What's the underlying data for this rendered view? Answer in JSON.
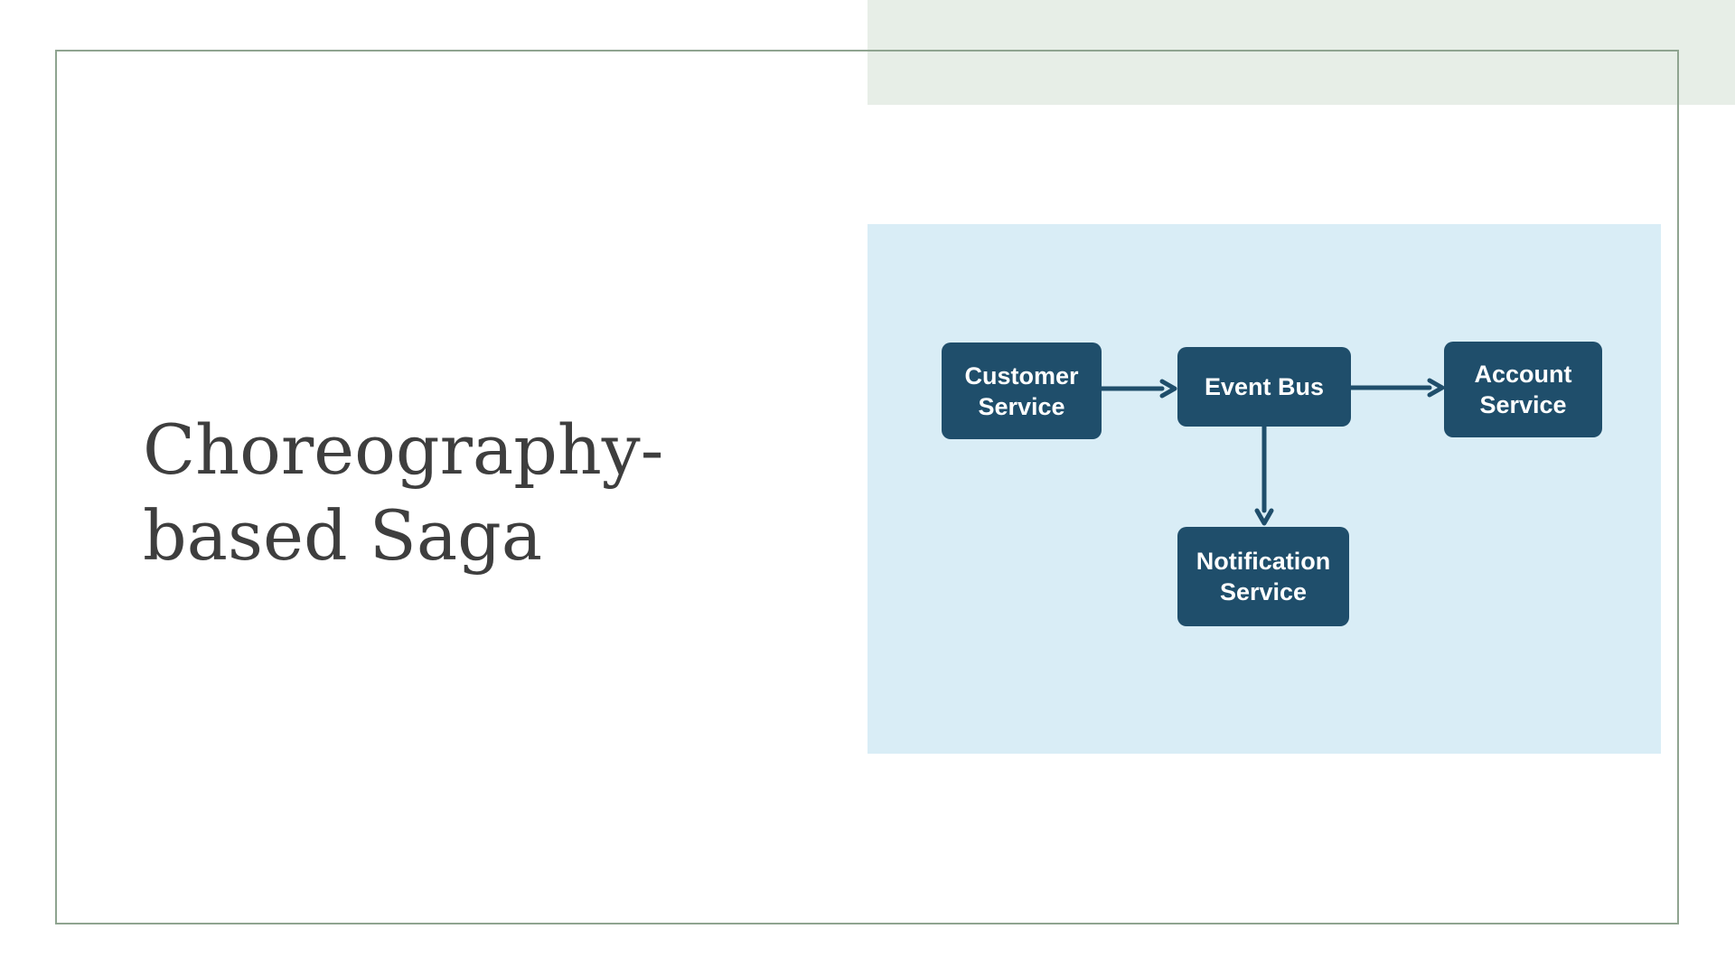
{
  "slide": {
    "title": "Choreography-based Saga",
    "background_color": "#ffffff"
  },
  "colors": {
    "accent_band_green": "#e7eee7",
    "frame_border_sage": "#8fa490",
    "title_text": "#3e3e3e",
    "panel_blue": "#d9edf6",
    "node_navy": "#1f4e6b",
    "node_text": "#ffffff",
    "arrow_navy": "#1f4e6b"
  },
  "diagram": {
    "nodes": [
      {
        "id": "customer-service",
        "label": "Customer\nService"
      },
      {
        "id": "event-bus",
        "label": "Event Bus"
      },
      {
        "id": "account-service",
        "label": "Account\nService"
      },
      {
        "id": "notification-service",
        "label": "Notification\nService"
      }
    ],
    "edges": [
      {
        "from": "customer-service",
        "to": "event-bus"
      },
      {
        "from": "event-bus",
        "to": "account-service"
      },
      {
        "from": "event-bus",
        "to": "notification-service"
      }
    ]
  }
}
